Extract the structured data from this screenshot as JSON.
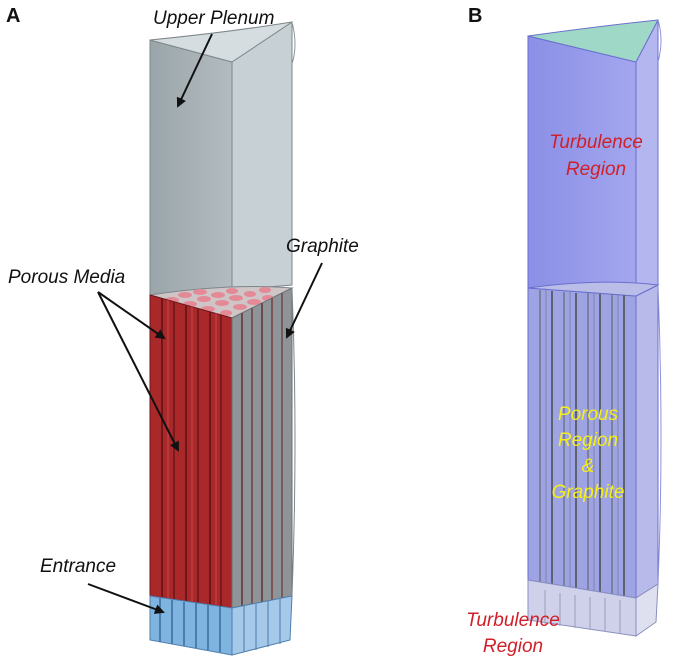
{
  "panel_a": {
    "letter": "A",
    "labels": {
      "upper_plenum": "Upper Plenum",
      "graphite": "Graphite",
      "porous_media": "Porous Media",
      "entrance": "Entrance"
    }
  },
  "panel_b": {
    "letter": "B",
    "labels": {
      "turbulence_top_line1": "Turbulence",
      "turbulence_top_line2": "Region",
      "porous_line1": "Porous",
      "porous_line2": "Region",
      "porous_line3": "&",
      "porous_line4": "Graphite",
      "turbulence_bottom_line1": "Turbulence",
      "turbulence_bottom_line2": "Region"
    }
  },
  "colors": {
    "plenum_grey": "#a9b3b8",
    "porous_red": "#a9282a",
    "entrance_blue": "#7fb3e0",
    "turbulence_blue": "#8f93e8",
    "label_red": "#d0202a",
    "label_yellow": "#f5ef1a"
  }
}
